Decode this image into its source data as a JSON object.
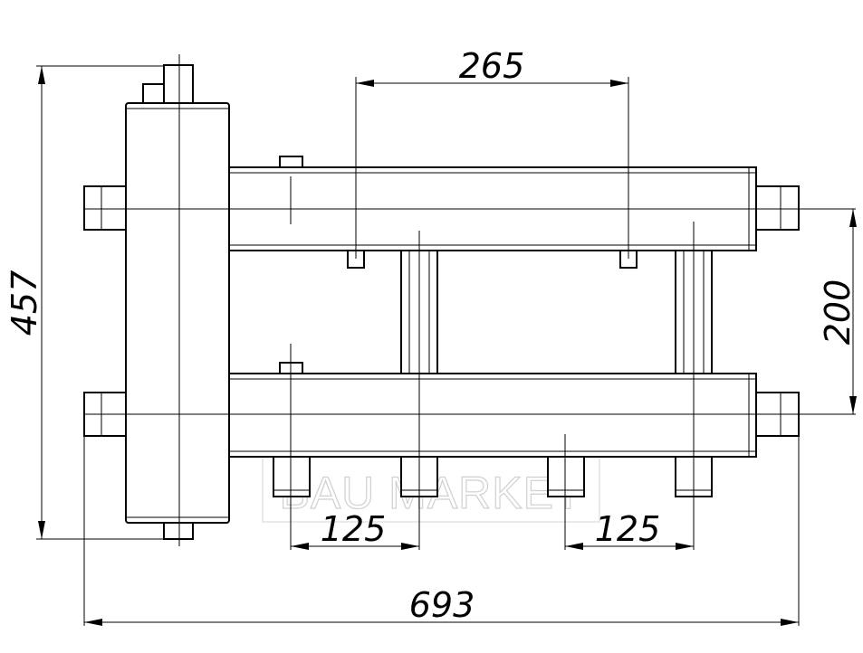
{
  "watermark": {
    "text": "BAU MARKET"
  },
  "dimensions": {
    "outlet_spacing": "265",
    "header_spacing": "200",
    "overall_height": "457",
    "bottom_spacing_left": "125",
    "bottom_spacing_right": "125",
    "overall_width": "693"
  }
}
